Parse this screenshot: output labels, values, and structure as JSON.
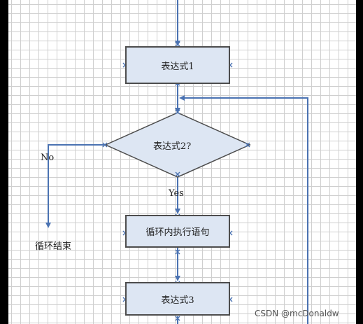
{
  "nodes": {
    "expr1": "表达式1",
    "expr2": "表达式2?",
    "body": "循环内执行语句",
    "expr3": "表达式3",
    "end": "循环结束"
  },
  "edges": {
    "no": "No",
    "yes": "Yes"
  },
  "watermark": "CSDN @mcDonaldw",
  "colors": {
    "arrow": "#4a72b2",
    "node_fill": "#dde6f3",
    "node_border": "#4d4d4d",
    "grid": "#cfcfcf"
  }
}
